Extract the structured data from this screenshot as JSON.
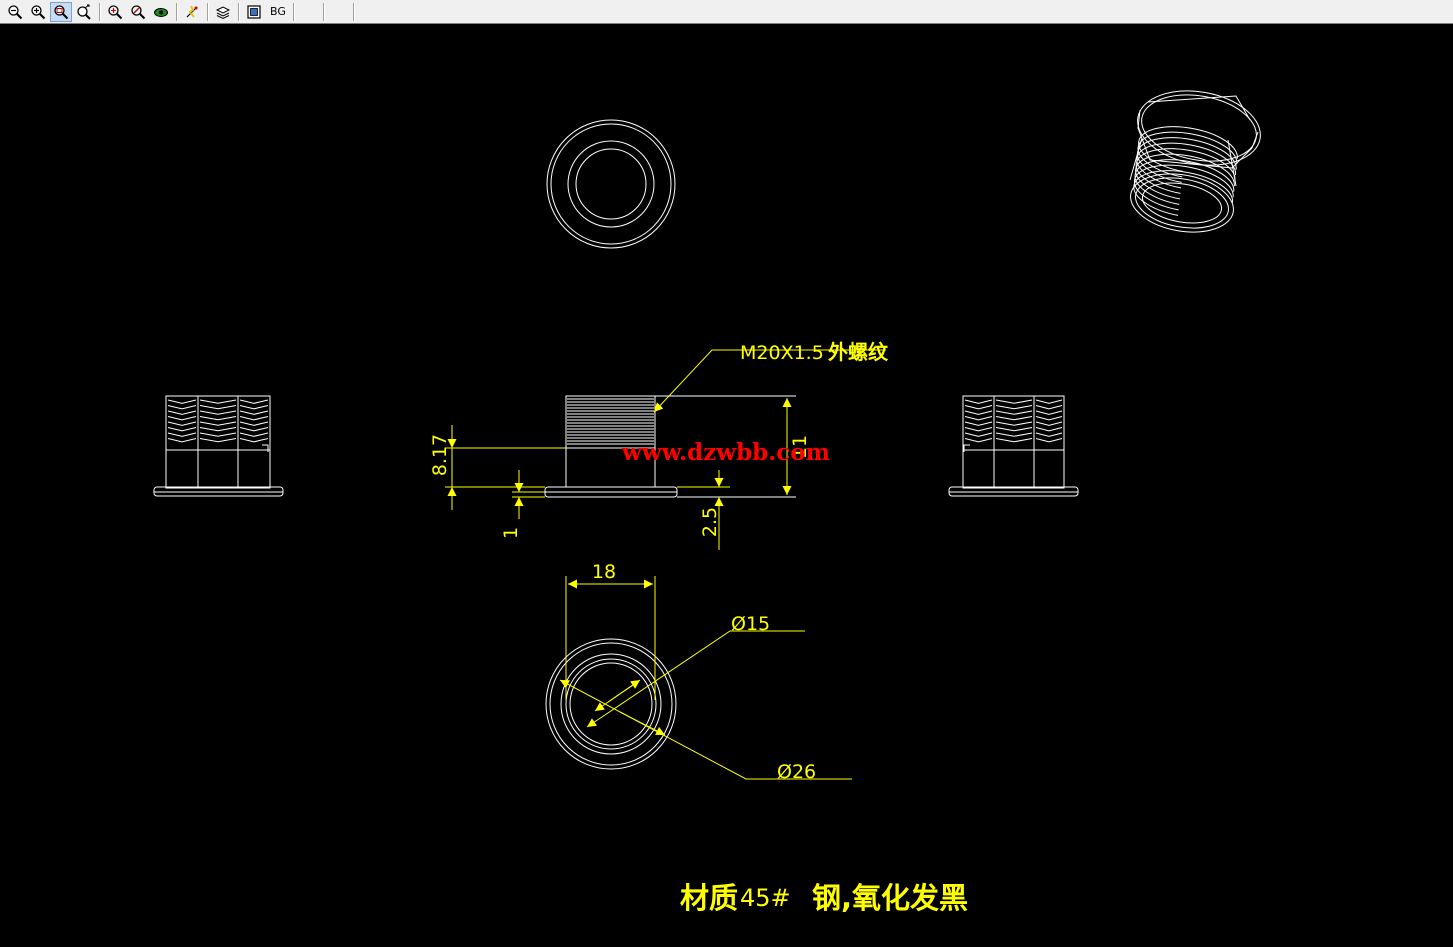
{
  "toolbar": {
    "buttons": [
      {
        "name": "zoom-out-icon"
      },
      {
        "name": "zoom-in-icon"
      },
      {
        "name": "zoom-window-icon",
        "active": true
      },
      {
        "name": "pan-icon"
      },
      {
        "name": "zoom-extents-icon"
      },
      {
        "name": "zoom-realtime-icon"
      },
      {
        "name": "view-icon"
      },
      {
        "name": "regen-icon"
      },
      {
        "name": "layers-icon"
      },
      {
        "name": "frame-icon"
      }
    ],
    "bg_label": "BG"
  },
  "drawing": {
    "colors": {
      "background": "#000000",
      "lines": "#ffffff",
      "dimensions": "#ffff00",
      "watermark": "#ff0000"
    },
    "thread_note": {
      "prefix": "M20X1.5",
      "suffix": "外螺纹"
    },
    "watermark": "www.dzwbb.com",
    "dimensions": {
      "d_8_17": "8.17",
      "d_11": "11",
      "d_1": "1",
      "d_2_5": "2.5",
      "d_18": "18",
      "d_phi15": "Ø15",
      "d_phi26": "Ø26"
    },
    "material_note": {
      "label": "材质",
      "spec": "45#",
      "desc": "钢,氧化发黑"
    }
  }
}
